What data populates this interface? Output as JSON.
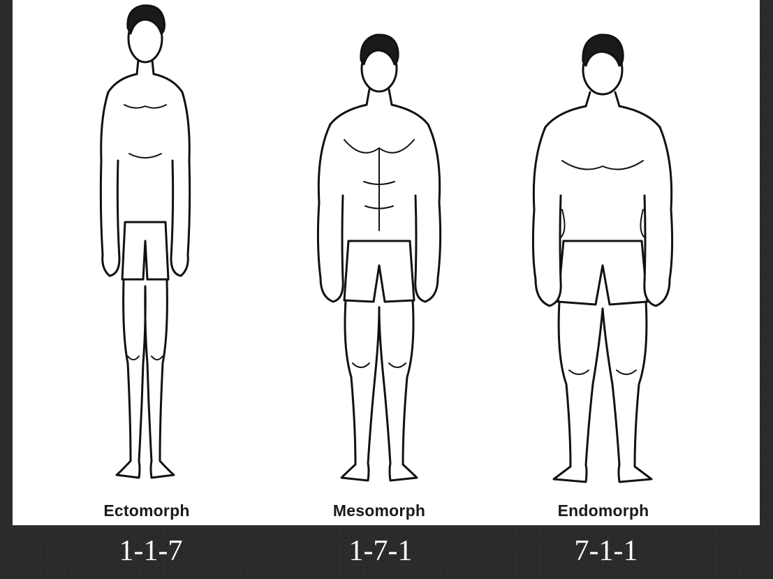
{
  "body_types": [
    {
      "name": "Ectomorph",
      "code": "1-1-7"
    },
    {
      "name": "Mesomorph",
      "code": "1-7-1"
    },
    {
      "name": "Endomorph",
      "code": "7-1-1"
    }
  ],
  "colors": {
    "background": "#2b2b2b",
    "panel": "#ffffff",
    "outline": "#111111",
    "hair": "#1a1a1a",
    "code_text": "#ffffff"
  }
}
